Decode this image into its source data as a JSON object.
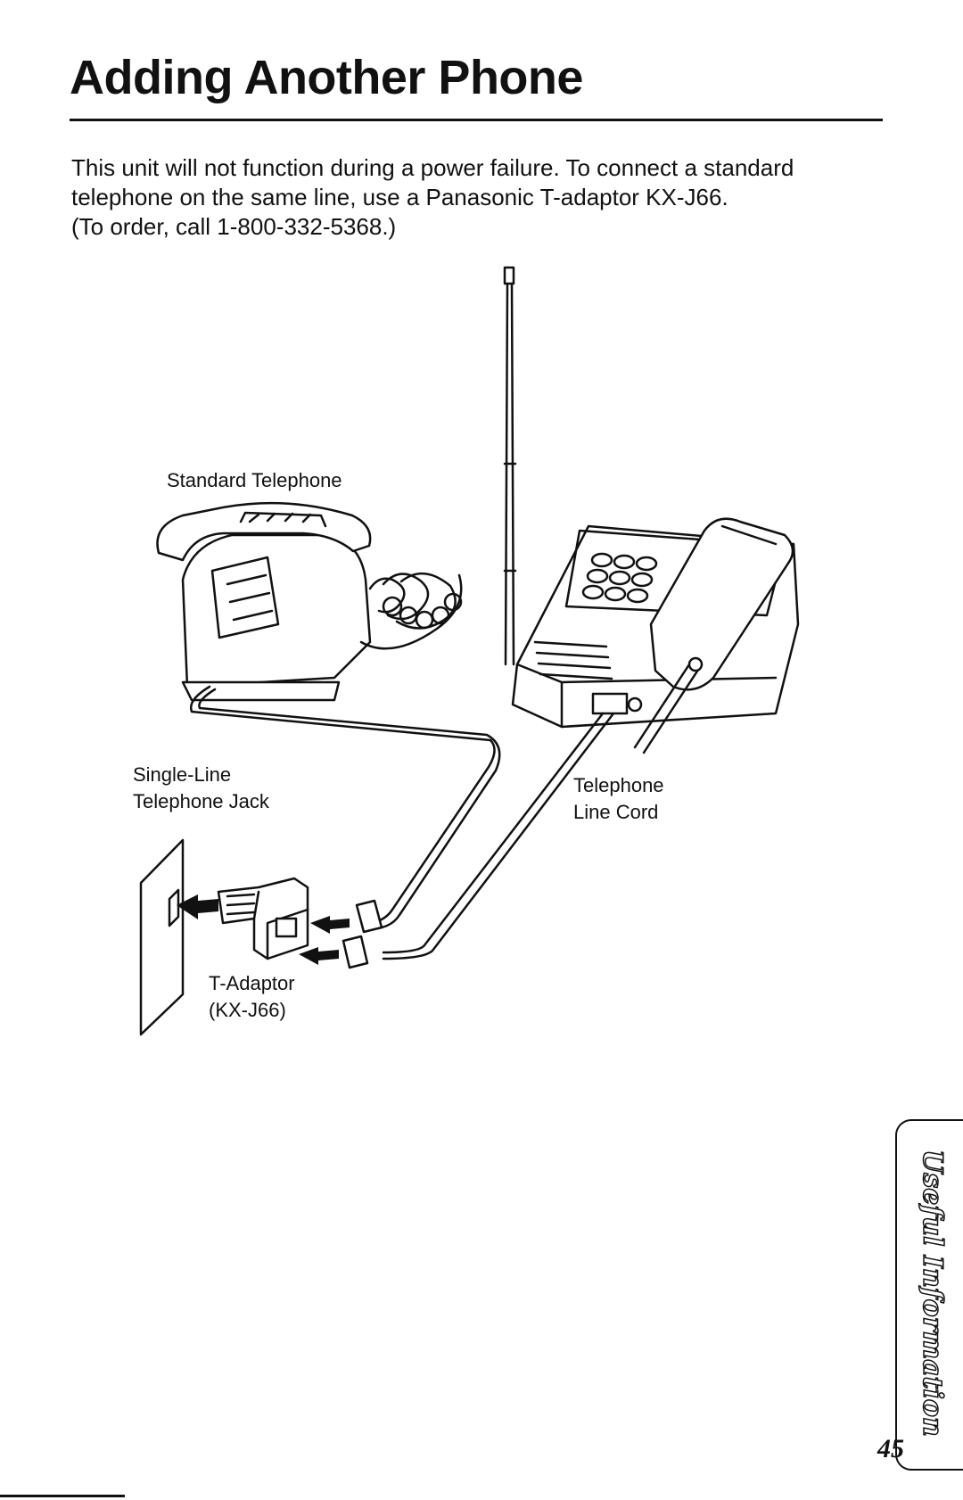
{
  "page": {
    "title": "Adding Another Phone",
    "intro_lines": [
      "This unit will not function during a power failure. To connect a standard",
      "telephone on the same line, use a Panasonic T-adaptor KX-J66.",
      "(To order, call 1-800-332-5368.)"
    ],
    "side_tab": "Useful Information",
    "page_number": "45"
  },
  "diagram": {
    "labels": {
      "standard_telephone": "Standard Telephone",
      "jack_line1": "Single-Line",
      "jack_line2": "Telephone Jack",
      "line_cord_line1": "Telephone",
      "line_cord_line2": "Line Cord",
      "adaptor_line1": "T-Adaptor",
      "adaptor_line2": "(KX-J66)"
    }
  }
}
